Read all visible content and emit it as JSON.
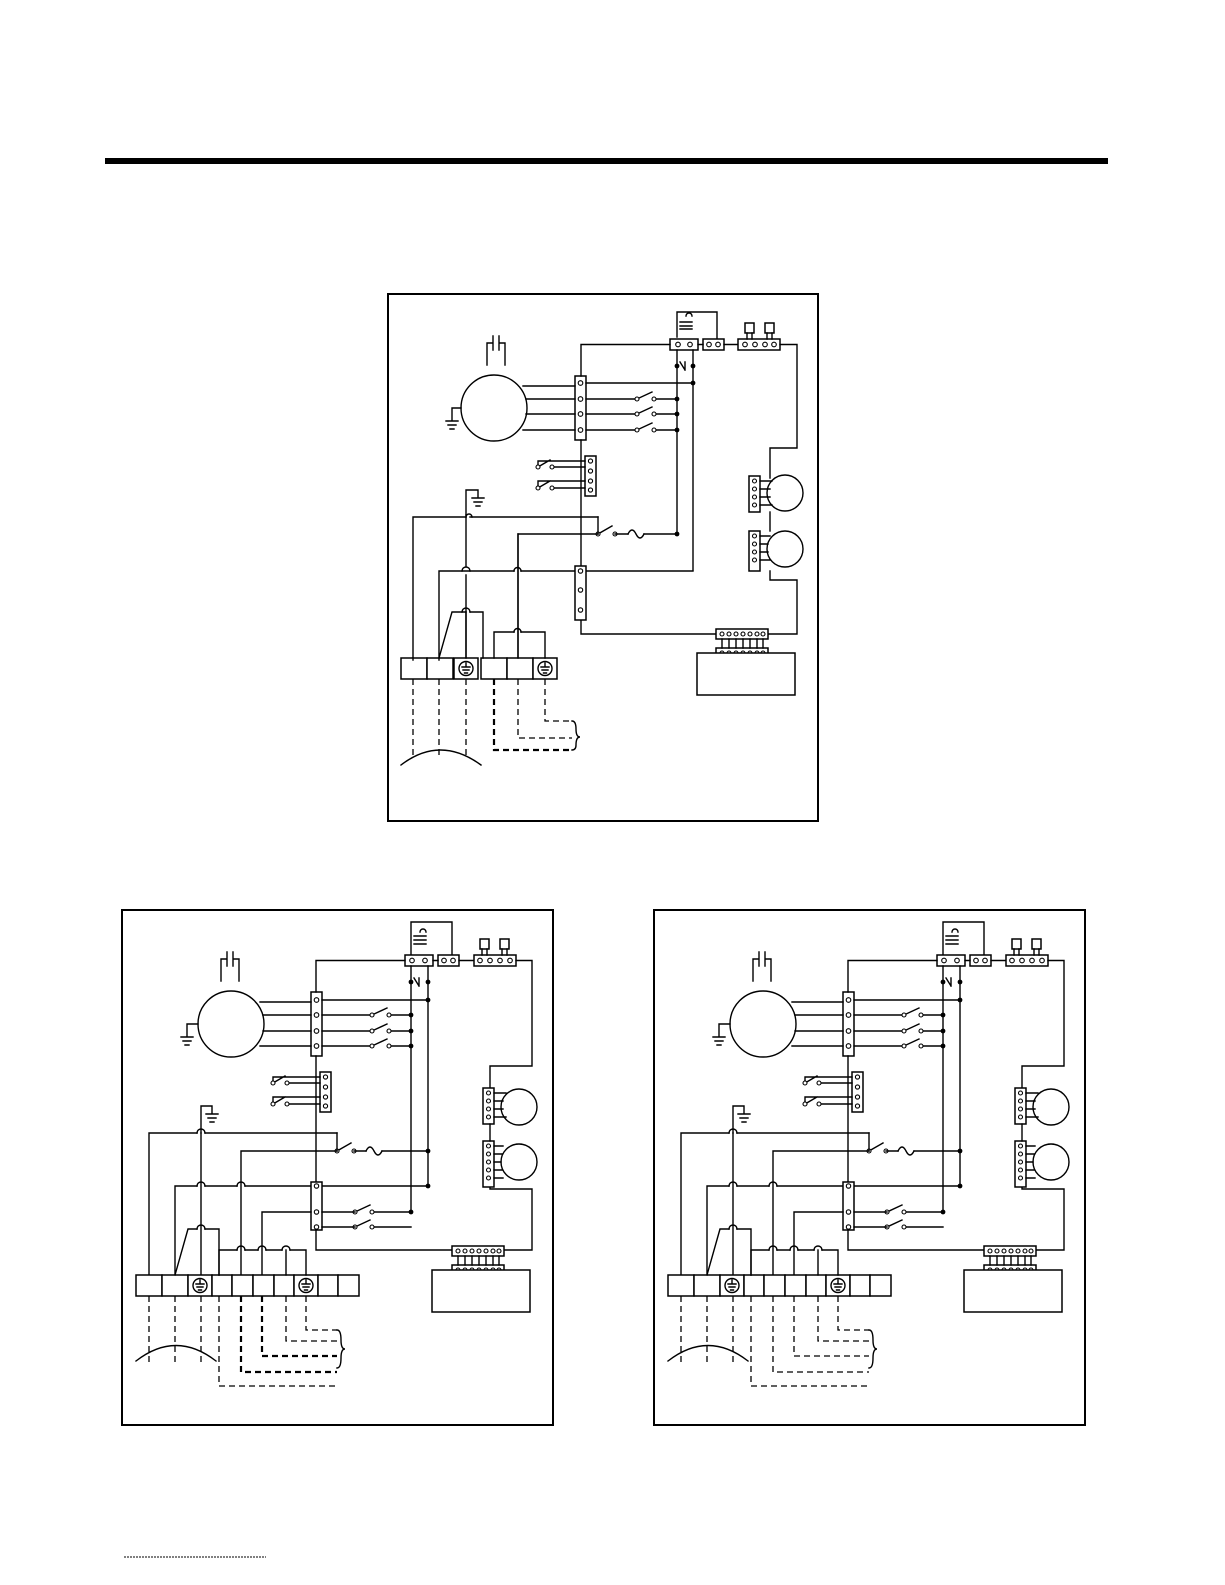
{
  "page": {
    "colors": {
      "ink": "#000000",
      "paper": "#ffffff"
    }
  },
  "diagrams": [
    {
      "id": "top-center",
      "variant": "single-supply"
    },
    {
      "id": "bottom-left",
      "variant": "dual-supply"
    },
    {
      "id": "bottom-right",
      "variant": "dual-supply"
    }
  ],
  "symbols": [
    "ground-icon",
    "capacitor-icon",
    "motor-icon",
    "fuse-icon",
    "switch-icon",
    "terminal-block",
    "control-board"
  ]
}
